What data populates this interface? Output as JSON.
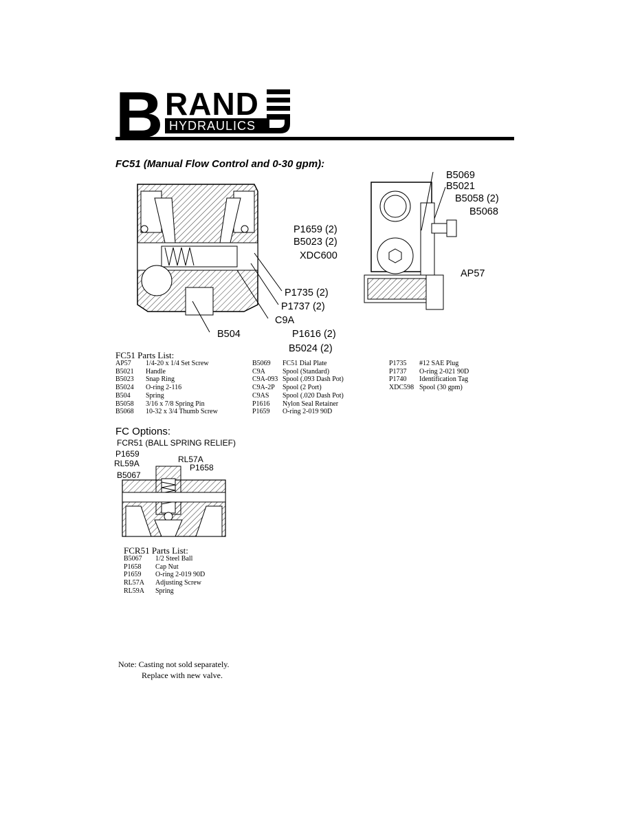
{
  "logo": {
    "letter_b": "B",
    "rand": "RAND",
    "hydraulics": "HYDRAULICS"
  },
  "heading": "FC51 (Manual Flow Control and 0-30 gpm):",
  "callouts": {
    "b5069": "B5069",
    "b5021": "B5021",
    "b5058": "B5058 (2)",
    "b5068": "B5068",
    "p1659": "P1659 (2)",
    "b5023": "B5023 (2)",
    "xdc600": "XDC600",
    "ap57": "AP57",
    "p1735": "P1735 (2)",
    "p1737": "P1737 (2)",
    "c9a": "C9A",
    "b504": "B504",
    "p1616": "P1616 (2)",
    "b5024": "B5024 (2)"
  },
  "fc51_parts": {
    "title": "FC51 Parts List:",
    "columns": [
      [
        {
          "part": "AP57",
          "desc": "1/4-20 x 1/4 Set Screw"
        },
        {
          "part": "B5021",
          "desc": "Handle"
        },
        {
          "part": "B5023",
          "desc": "Snap Ring"
        },
        {
          "part": "B5024",
          "desc": "O-ring 2-116"
        },
        {
          "part": "B504",
          "desc": "Spring"
        },
        {
          "part": "B5058",
          "desc": "3/16 x 7/8 Spring Pin"
        },
        {
          "part": "B5068",
          "desc": "10-32 x 3/4 Thumb Screw"
        }
      ],
      [
        {
          "part": "B5069",
          "desc": "FC51 Dial Plate"
        },
        {
          "part": "C9A",
          "desc": "Spool (Standard)"
        },
        {
          "part": "C9A-093",
          "desc": "Spool (.093 Dash Pot)"
        },
        {
          "part": "C9A-2P",
          "desc": "Spool (2 Port)"
        },
        {
          "part": "C9AS",
          "desc": "Spool (.020 Dash Pot)"
        },
        {
          "part": "P1616",
          "desc": "Nylon Seal Retainer"
        },
        {
          "part": "P1659",
          "desc": "O-ring 2-019 90D"
        }
      ],
      [
        {
          "part": "P1735",
          "desc": "#12 SAE Plug"
        },
        {
          "part": "P1737",
          "desc": "O-ring 2-021 90D"
        },
        {
          "part": "P1740",
          "desc": "Identification Tag"
        },
        {
          "part": "XDC598",
          "desc": "Spool (30 gpm)"
        }
      ]
    ]
  },
  "fc_options": {
    "title": "FC Options:",
    "subtitle": "FCR51 (BALL SPRING RELIEF)",
    "callouts": {
      "p1659": "P1659",
      "rl57a": "RL57A",
      "rl59a": "RL59A",
      "p1658": "P1658",
      "b5067": "B5067"
    },
    "parts_title": "FCR51 Parts List:",
    "parts": [
      {
        "part": "B5067",
        "desc": "1/2 Steel Ball"
      },
      {
        "part": "P1658",
        "desc": "Cap Nut"
      },
      {
        "part": "P1659",
        "desc": "O-ring 2-019 90D"
      },
      {
        "part": "RL57A",
        "desc": "Adjusting Screw"
      },
      {
        "part": "RL59A",
        "desc": "Spring"
      }
    ]
  },
  "note": {
    "line1": "Note:  Casting not sold separately.",
    "line2": "Replace with new valve."
  }
}
